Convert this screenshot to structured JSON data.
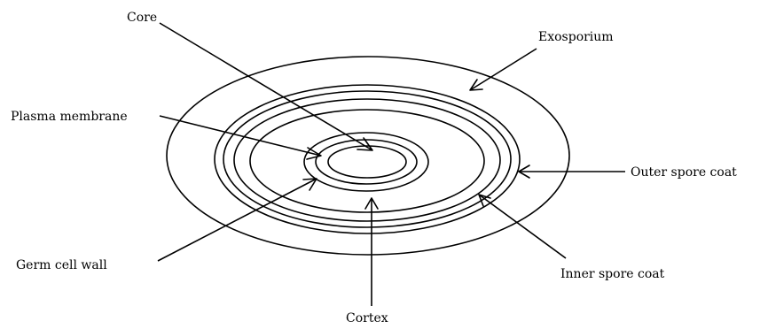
{
  "labels": {
    "core": "Core",
    "exosporium": "Exosporium",
    "plasma_membrane": "Plasma membrane",
    "outer_spore_coat": "Outer spore coat",
    "germ_cell_wall": "Germ cell wall",
    "inner_spore_coat": "Inner spore coat",
    "cortex": "Cortex"
  }
}
